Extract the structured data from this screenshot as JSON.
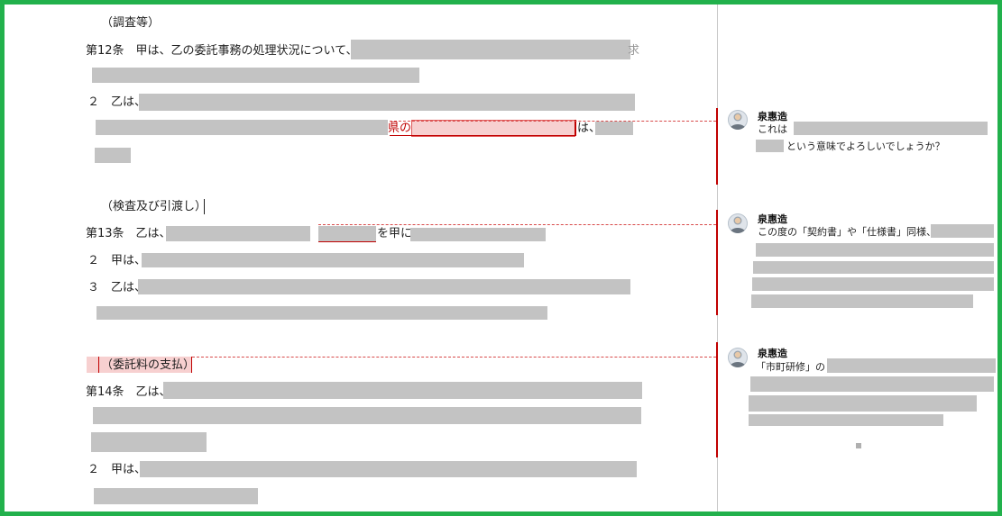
{
  "document": {
    "art12": {
      "heading": "（調査等）",
      "line1": "第12条　甲は、乙の委託事務の処理状況について、",
      "trail1": "求",
      "para2_prefix": "２　乙は、",
      "line4_a": "県の",
      "line4_b": "は、"
    },
    "art13": {
      "heading": "（検査及び引渡し）",
      "line1_prefix": "第13条　乙は、",
      "line1_mid": "を甲に",
      "para2_prefix": "２　甲は、",
      "para3_prefix": "３　乙は、"
    },
    "art14": {
      "heading": "（委託料の支払）",
      "line1_prefix": "第14条　乙は、",
      "para2_prefix": "２　甲は、"
    }
  },
  "comments": [
    {
      "author": "泉惠造",
      "line1_prefix": "これは",
      "line2_suffix": "という意味でよろしいでしょうか？"
    },
    {
      "author": "泉惠造",
      "line1_prefix": "この度の「契約書」や「仕様書」同様、"
    },
    {
      "author": "泉惠造",
      "line1_prefix": "「市町研修」の"
    }
  ],
  "colors": {
    "frame": "#22b14c",
    "redaction": "#c3c3c3",
    "revision": "#c00000",
    "insertion_highlight": "#f7d0d0"
  }
}
